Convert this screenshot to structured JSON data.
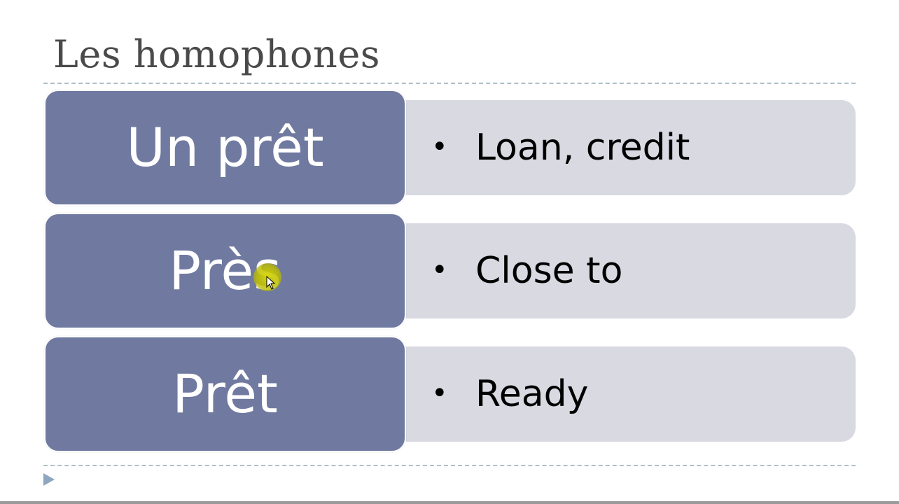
{
  "slide": {
    "title": "Les homophones",
    "rows": [
      {
        "term": "Un prêt",
        "definition": "Loan, credit"
      },
      {
        "term": "Près",
        "definition": "Close to"
      },
      {
        "term": "Prêt",
        "definition": "Ready"
      }
    ],
    "bullet_glyph": "•"
  },
  "colors": {
    "term_box": "#707aa0",
    "definition_box": "#d8d9e1",
    "title_text": "#4a4a4a",
    "divider": "#aebfca",
    "cursor_highlight": "#d6d600",
    "nav_arrow": "#8ea6c0"
  },
  "icons": {
    "nav": "play-triangle-icon",
    "cursor": "mouse-pointer-icon"
  }
}
